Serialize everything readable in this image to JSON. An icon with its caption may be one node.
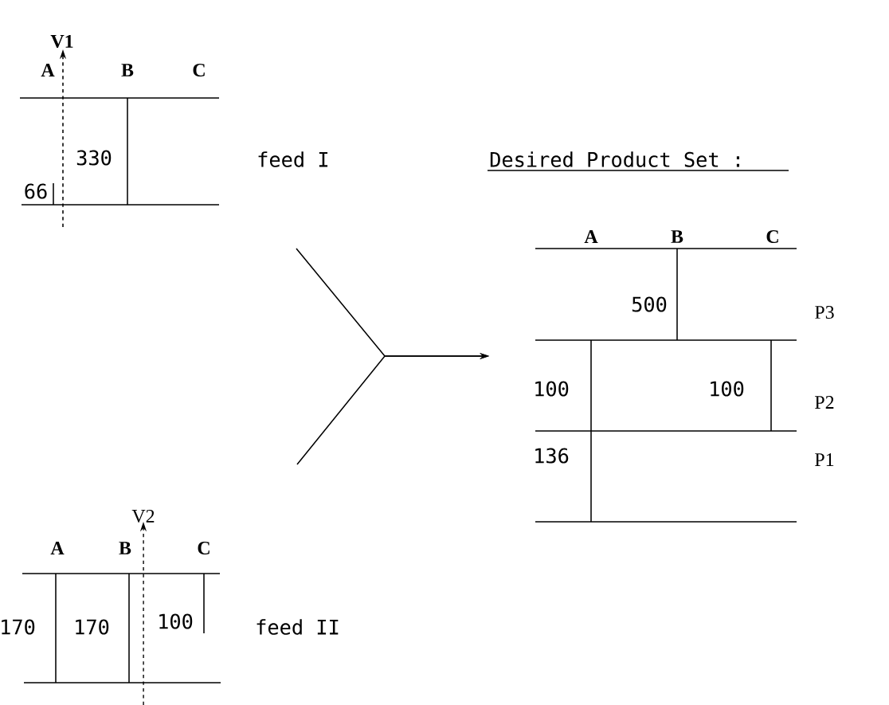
{
  "diagram": {
    "nodes": [
      {
        "text": [],
        "shape": "picture",
        "beside": [
          "feed I"
        ]
      },
      {
        "text": [],
        "shape": "picture",
        "beside": [
          "feed II"
        ]
      },
      {
        "text": [],
        "shape": "picture",
        "beside": [
          "Desired Product Set :"
        ]
      }
    ],
    "edges": [
      {
        "from": null,
        "to": 2,
        "arrow": "to"
      },
      {
        "from": null,
        "to": 2,
        "arrow": "to"
      }
    ],
    "labels": [
      "V1",
      "A",
      "B",
      "C",
      "330",
      "66",
      "A",
      "B",
      "C",
      "500",
      "P3",
      "100",
      "100",
      "P2",
      "136",
      "P1",
      "V2",
      "A",
      "B",
      "C",
      "170",
      "170",
      "100"
    ]
  }
}
